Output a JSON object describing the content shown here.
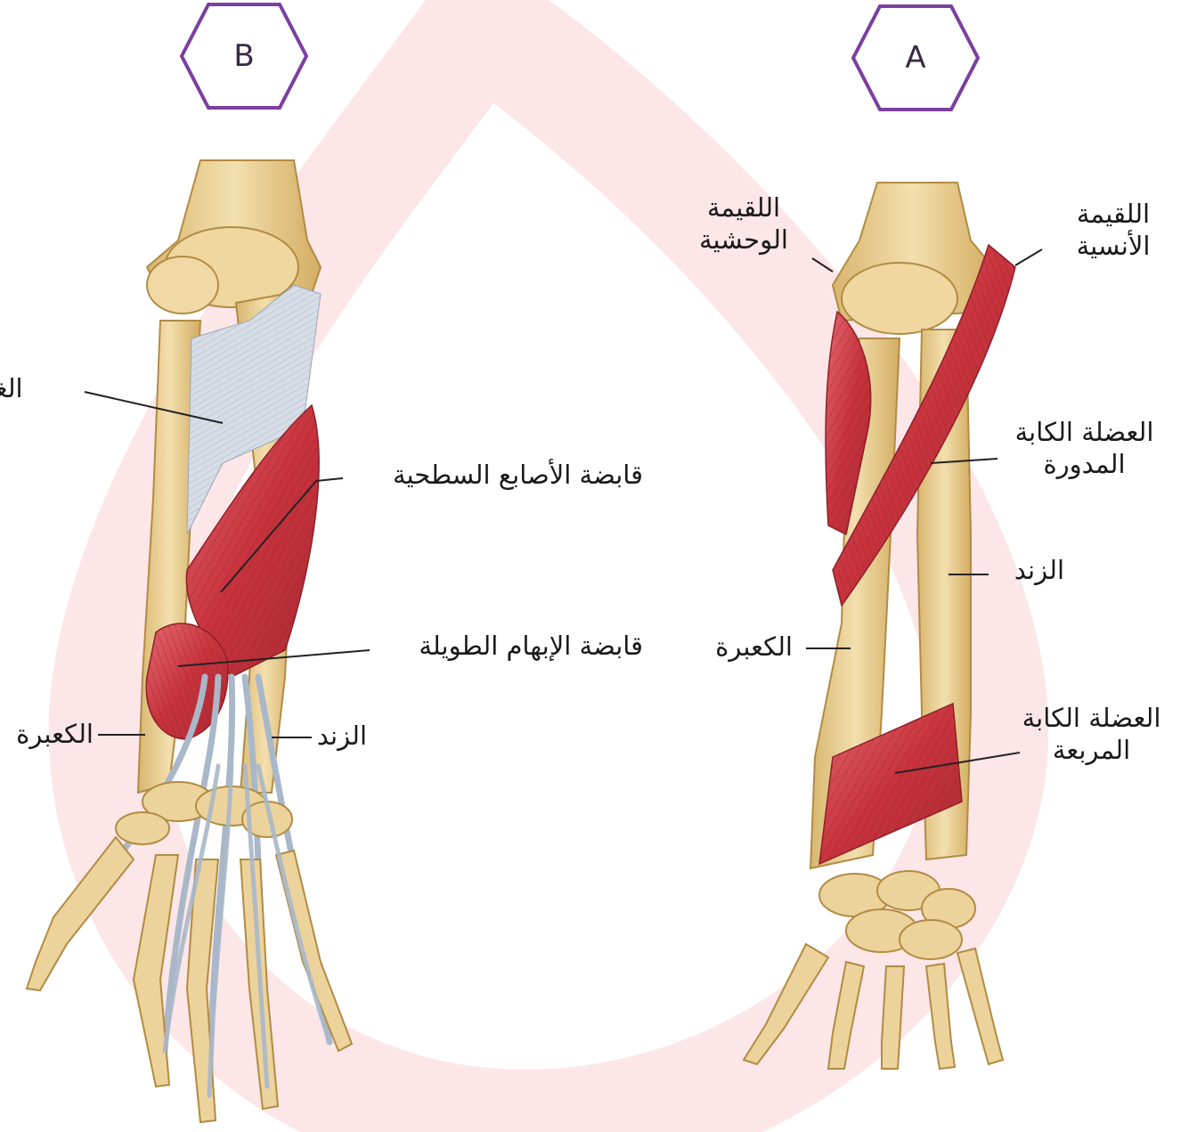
{
  "panels": {
    "a": {
      "badge": "A",
      "labels": {
        "lateral_epicondyle": [
          "اللقيمة",
          "الوحشية"
        ],
        "medial_epicondyle": [
          "اللقيمة",
          "الأنسية"
        ],
        "pronator_teres": [
          "العضلة الكابة",
          "المدورة"
        ],
        "ulna": "الزند",
        "radius": "الكعبرة",
        "pronator_quadratus": [
          "العضلة الكابة",
          "المربعة"
        ]
      }
    },
    "b": {
      "badge": "B",
      "labels": {
        "membrane": "الغشا",
        "fds": "قابضة الأصابع السطحية",
        "fpl": "قابضة الإبهام الطويلة",
        "radius": "الكعبرة",
        "ulna": "الزند"
      }
    }
  },
  "colors": {
    "badge_stroke": "#7b3fa0",
    "muscle": "#c83a44",
    "bone": "#e9cf96",
    "tendon": "#a9b8c9",
    "watermark": "#fbe4e6",
    "leader": "#222222"
  }
}
